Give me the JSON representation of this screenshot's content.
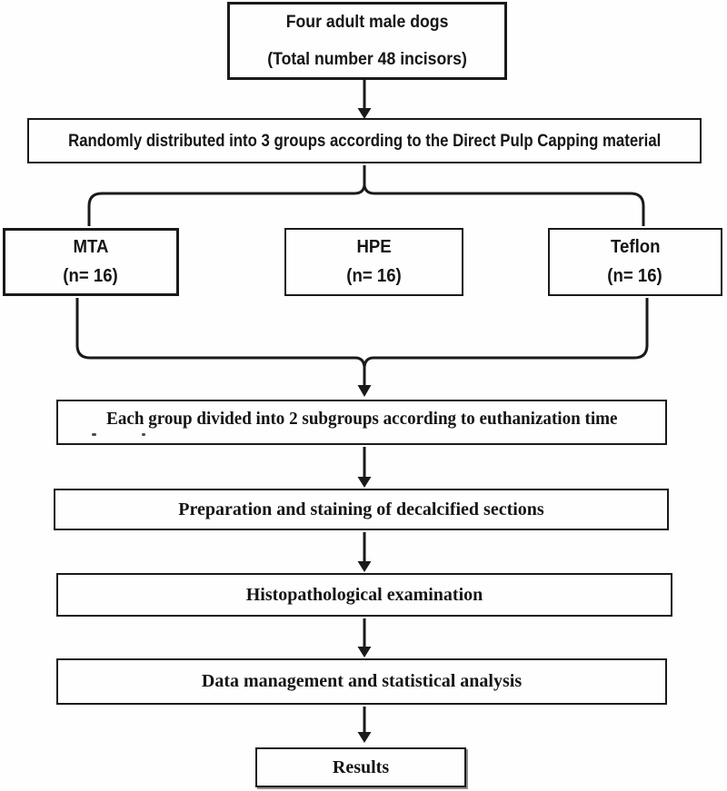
{
  "flowchart": {
    "subjects": {
      "line1": "Four adult male dogs",
      "line2": "(Total number 48 incisors)"
    },
    "randomization": {
      "label": "Randomly distributed into 3 groups according to the Direct Pulp Capping material"
    },
    "groups": [
      {
        "name": "MTA",
        "count": "(n= 16)"
      },
      {
        "name": "HPE",
        "count": "(n= 16)"
      },
      {
        "name": "Teflon",
        "count": "(n= 16)"
      }
    ],
    "subgroups": {
      "label": "Each group divided into 2 subgroups according to euthanization time"
    },
    "preparation": {
      "label": "Preparation and staining of decalcified sections"
    },
    "histopathology": {
      "label": "Histopathological examination"
    },
    "statistics": {
      "label": "Data management and statistical analysis"
    },
    "results": {
      "label": "Results"
    },
    "colors": {
      "line": "#1a1a1a",
      "border": "#1a1a1a",
      "text": "#151515",
      "background": "#fefefe"
    }
  }
}
